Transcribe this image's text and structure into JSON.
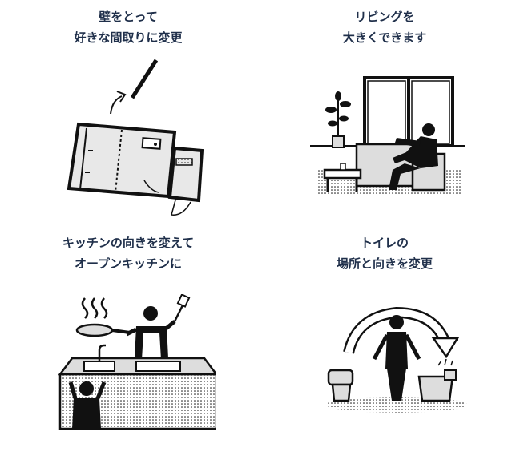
{
  "panels": [
    {
      "id": "wall",
      "caption": [
        "壁をとって",
        "好きな間取りに変更"
      ],
      "icon": "floorplan-icon"
    },
    {
      "id": "living",
      "caption": [
        "リビングを",
        "大きくできます"
      ],
      "icon": "living-room-icon"
    },
    {
      "id": "kitchen",
      "caption": [
        "キッチンの向きを変えて",
        "オープンキッチンに"
      ],
      "icon": "kitchen-icon"
    },
    {
      "id": "toilet",
      "caption": [
        "トイレの",
        "場所と向きを変更"
      ],
      "icon": "toilet-icon"
    }
  ],
  "colors": {
    "ink": "#111111",
    "caption": "#1f2f4a",
    "floor": "#cfcfcf",
    "light": "#e6e6e6"
  }
}
